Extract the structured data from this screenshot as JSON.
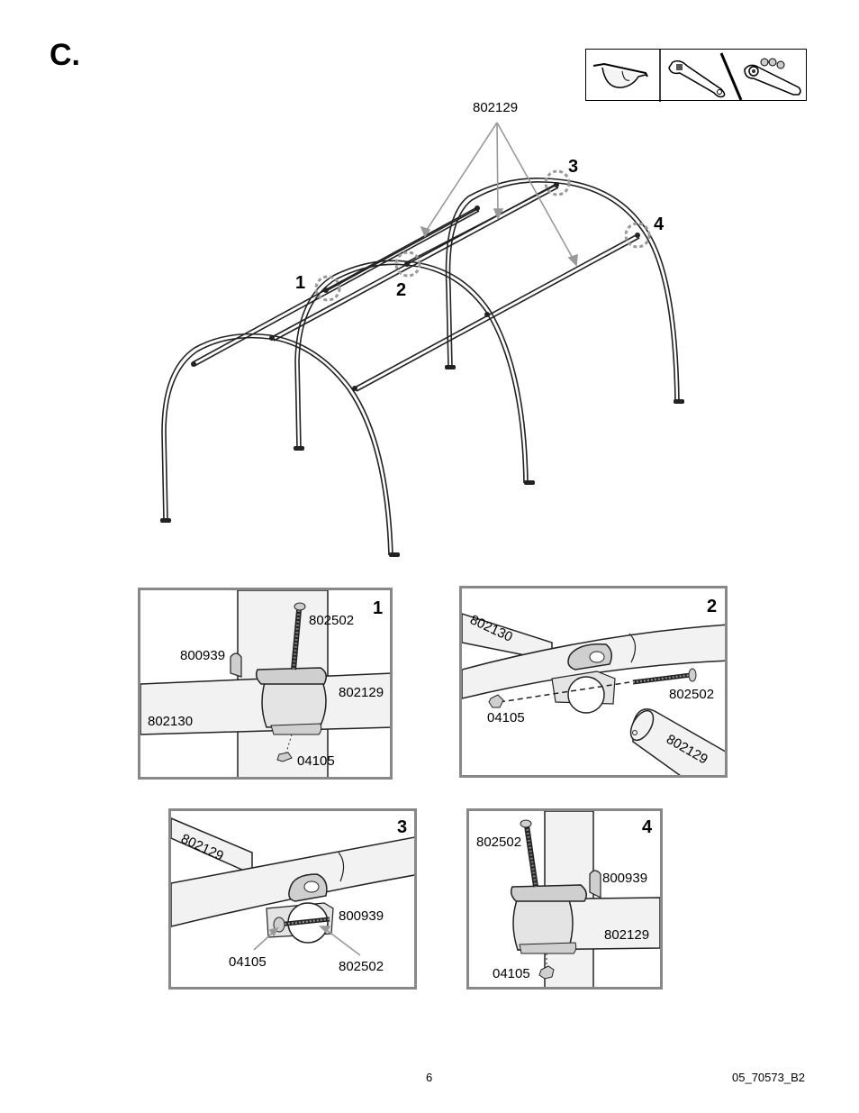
{
  "step": {
    "letter": "C."
  },
  "tools": {
    "icons": [
      "safety-glasses-icon",
      "adjustable-wrench-icon",
      "socket-wrench-icon"
    ]
  },
  "overview": {
    "part_label": "802129",
    "callouts": [
      "1",
      "2",
      "3",
      "4"
    ]
  },
  "details": [
    {
      "number": "1",
      "labels": [
        "802502",
        "800939",
        "802129",
        "802130",
        "04105"
      ]
    },
    {
      "number": "2",
      "labels": [
        "802130",
        "802502",
        "04105",
        "802129"
      ]
    },
    {
      "number": "3",
      "labels": [
        "802129",
        "800939",
        "04105",
        "802502"
      ]
    },
    {
      "number": "4",
      "labels": [
        "802502",
        "800939",
        "802129",
        "04105"
      ]
    }
  ],
  "footer": {
    "page_number": "6",
    "doc_code": "05_70573_B2"
  },
  "colors": {
    "frame_line": "#222222",
    "callout_gray": "#999999",
    "panel_border": "#888888",
    "tube_fill": "#f2f2f2",
    "bracket_fill": "#cfcfcf"
  }
}
